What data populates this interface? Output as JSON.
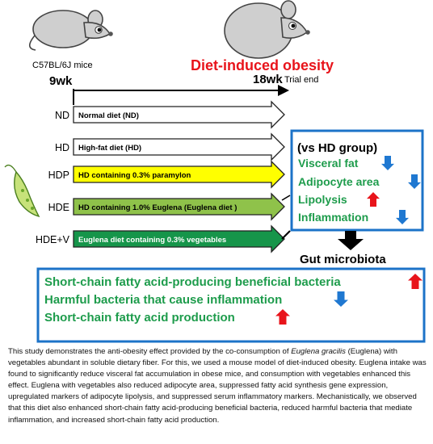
{
  "header": {
    "mice_label": "C57BL/6J mice",
    "outcome_label": "Diet-induced obesity",
    "start_week": "9wk",
    "end_week": "18wk",
    "trial_end": "Trial end"
  },
  "groups": [
    {
      "code": "ND",
      "label": "Normal diet (ND)",
      "fill": "#ffffff",
      "text_color": "#000000"
    },
    {
      "code": "HD",
      "label": "High-fat diet (HD)",
      "fill": "#ffffff",
      "text_color": "#000000"
    },
    {
      "code": "HDP",
      "label": "HD containing 0.3% paramylon",
      "fill": "#ffff00",
      "text_color": "#000000"
    },
    {
      "code": "HDE",
      "label": "HD containing 1.0% Euglena (Euglena diet )",
      "fill": "#8fc24a",
      "text_color": "#000000"
    },
    {
      "code": "HDE+V",
      "label": "Euglena diet containing 0.3% vegetables",
      "fill": "#16954a",
      "text_color": "#ffffff"
    }
  ],
  "effects": {
    "title": "(vs HD group)",
    "items": [
      {
        "label": "Visceral fat",
        "direction": "down"
      },
      {
        "label": "Adipocyte area",
        "direction": "down"
      },
      {
        "label": "Lipolysis",
        "direction": "up"
      },
      {
        "label": "Inflammation",
        "direction": "down"
      }
    ]
  },
  "gut": {
    "title": "Gut microbiota",
    "items": [
      {
        "label": "Short-chain fatty acid-producing beneficial bacteria",
        "direction": "up"
      },
      {
        "label": "Harmful bacteria that cause inflammation",
        "direction": "down"
      },
      {
        "label": "Short-chain fatty acid production",
        "direction": "up"
      }
    ]
  },
  "caption": {
    "part1": "This study demonstrates the anti-obesity effect provided by the co-consumption of ",
    "species": "Euglena gracilis",
    "part2": " (Euglena) with vegetables abundant in soluble dietary fiber. For this, we used a mouse model of diet-induced obesity. Euglena intake was found to significantly reduce visceral fat accumulation in obese mice, and consumption with vegetables enhanced this effect. Euglena with vegetables also reduced adipocyte area, suppressed fatty acid synthesis gene expression, upregulated markers of adipocyte lipolysis, and suppressed serum inflammatory markers. Mechanistically, we observed that this diet also enhanced short-chain fatty acid-producing beneficial bacteria, reduced harmful bacteria that mediate inflammation, and increased short-chain fatty acid production."
  },
  "colors": {
    "green_text": "#1e9c4c",
    "red_text": "#e8141b",
    "box_border": "#1c73c8",
    "arrow_up": "#e8141b",
    "arrow_down": "#1f78d1",
    "mouse_body": "#cfcfcf"
  }
}
